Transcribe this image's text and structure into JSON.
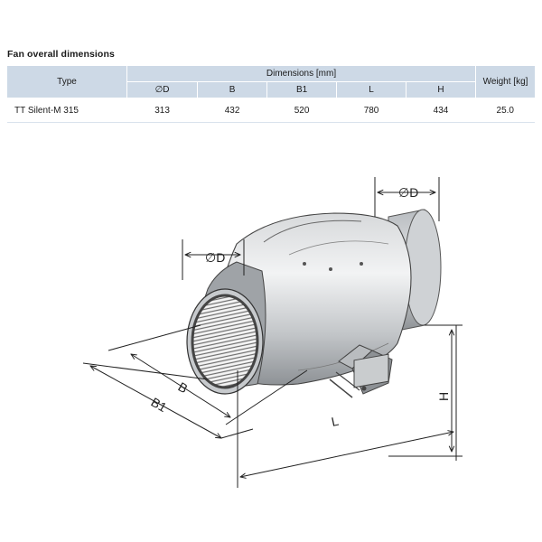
{
  "section_title": "Fan overall dimensions",
  "table": {
    "type_header": "Type",
    "dimensions_header": "Dimensions [mm]",
    "weight_header": "Weight [kg]",
    "columns": [
      "∅D",
      "B",
      "B1",
      "L",
      "H"
    ],
    "row": {
      "type": "TT Silent-M 315",
      "values": [
        "313",
        "432",
        "520",
        "780",
        "434"
      ],
      "weight": "25.0"
    }
  },
  "drawing_labels": {
    "outlet_diameter": "∅D",
    "inlet_diameter": "∅D",
    "b": "B",
    "b1": "B1",
    "l": "L",
    "h": "H"
  }
}
